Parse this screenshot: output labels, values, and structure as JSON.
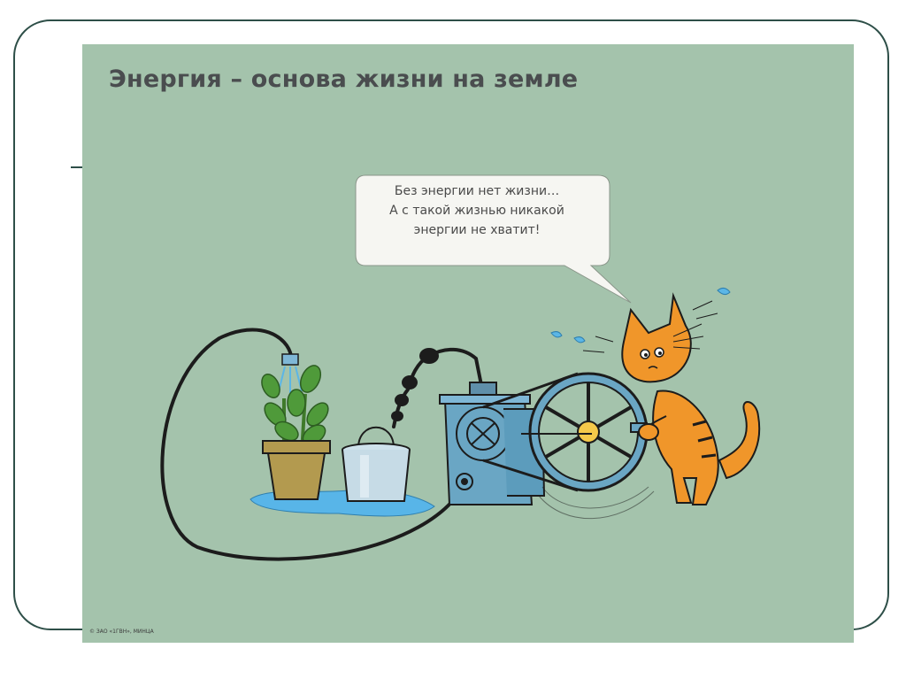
{
  "slide": {
    "title": "Энергия – основа жизни на земле",
    "speech": {
      "line1": "Без энергии нет жизни…",
      "line2": "А с такой жизнью никакой",
      "line3": "энергии не хватит!"
    },
    "copyright": "© ЗАО «1ГВН», МИНЦА"
  },
  "colors": {
    "background": "#a4c3ac",
    "frame": "#2e4f48",
    "cat": "#f0962a",
    "water": "#5bb6e6",
    "machine": "#6aa6c4"
  }
}
